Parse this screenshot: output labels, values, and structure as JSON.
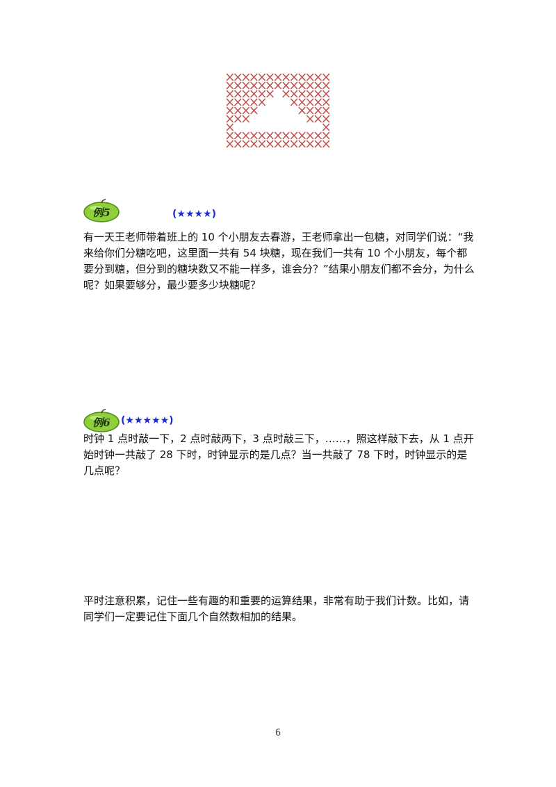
{
  "figure": {
    "description_icon": "red-cross-stitch-pattern-icon",
    "color": "#c0504d"
  },
  "example5": {
    "badge": "例5",
    "stars": "(★★★★)",
    "text": "有一天王老师带着班上的 10 个小朋友去春游，王老师拿出一包糖，对同学们说：“我来给你们分糖吃吧，这里面一共有 54 块糖，现在我们一共有 10 个小朋友，每个都要分到糖，但分到的糖块数又不能一样多，谁会分？”结果小朋友们都不会分，为什么呢？如果要够分，最少要多少块糖呢？"
  },
  "example6": {
    "badge": "例6",
    "stars": "(★★★★★)",
    "text": "时钟 1 点时敲一下，2 点时敲两下，3 点时敲三下，……，照这样敲下去，从 1 点开始时钟一共敲了 28 下时，时钟显示的是几点？当一共敲了 78 下时，时钟显示的是几点呢？"
  },
  "note": {
    "text": "平时注意积累，记住一些有趣的和重要的运算结果，非常有助于我们计数。比如，请同学们一定要记住下面几个自然数相加的结果。"
  },
  "footer": {
    "page_number": "6"
  },
  "colors": {
    "badge_green": "#8fcf3a",
    "stars_blue": "#1a2bd6",
    "cross_red": "#c0504d"
  }
}
